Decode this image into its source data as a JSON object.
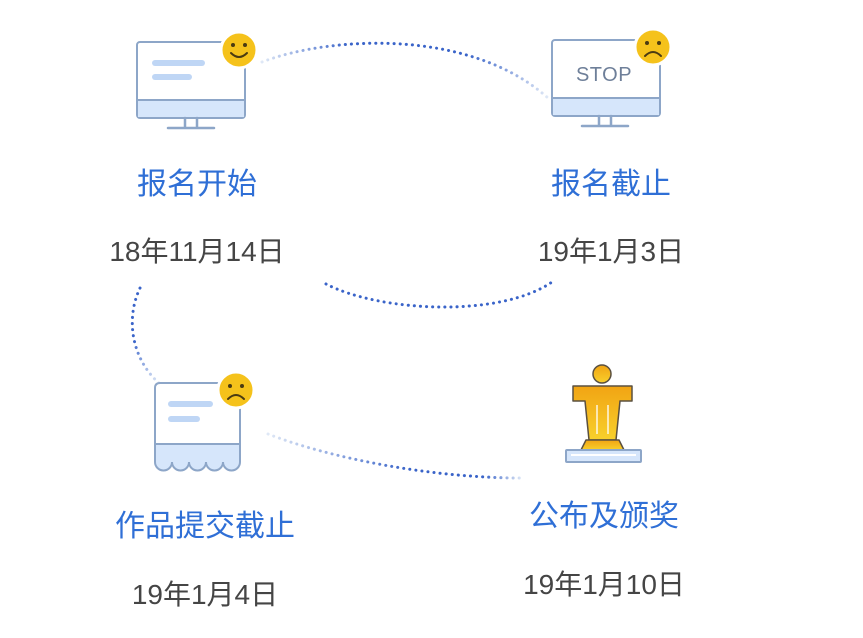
{
  "stages": [
    {
      "title": "报名开始",
      "date": "18年11月14日",
      "icon": "monitor-icon",
      "badge": "smiley-face-icon"
    },
    {
      "title": "报名截止",
      "date": "19年1月3日",
      "icon": "monitor-stop-icon",
      "badge": "sad-face-icon",
      "screen_text": "STOP"
    },
    {
      "title": "作品提交截止",
      "date": "19年1月4日",
      "icon": "receipt-icon",
      "badge": "sad-face-icon"
    },
    {
      "title": "公布及颁奖",
      "date": "19年1月10日",
      "icon": "podium-trophy-icon"
    }
  ],
  "connector_style": "dotted-curve",
  "colors": {
    "title": "#2f6fd6",
    "date": "#454545",
    "accent": "#f5c21b",
    "connector": "#3a64c9",
    "icon_outline": "#8da6c8",
    "icon_fill": "#d6e6fb"
  }
}
